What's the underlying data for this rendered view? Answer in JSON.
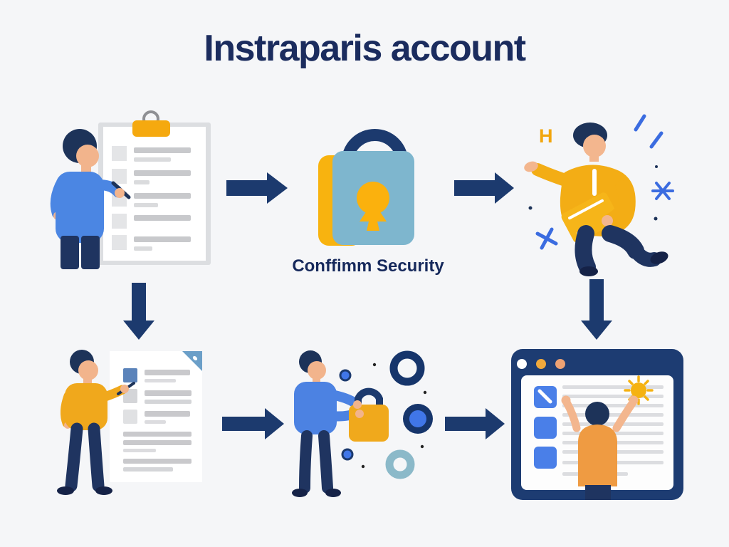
{
  "title": "Instraparis account",
  "labels": {
    "security": "Conffimm Security",
    "decor_letter_h": "H"
  },
  "flow_steps": [
    {
      "id": "fill-checklist",
      "icon": "clipboard-checklist-icon"
    },
    {
      "id": "confirm-security",
      "icon": "padlock-icon",
      "label": "Conffimm Security"
    },
    {
      "id": "celebrate-signup",
      "icon": "jumping-person-icon"
    },
    {
      "id": "review-document",
      "icon": "document-icon"
    },
    {
      "id": "secure-account",
      "icon": "person-holding-lock-icon"
    },
    {
      "id": "account-ready",
      "icon": "browser-window-icon"
    }
  ],
  "connector_icons": [
    "arrow-right-icon",
    "arrow-down-icon"
  ],
  "colors": {
    "background": "#f5f6f8",
    "title_navy": "#1b2c5e",
    "arrow_navy": "#1c3a6e",
    "hair_navy": "#1d3359",
    "pants_navy": "#1f3460",
    "shoe_navy": "#152247",
    "shirt_blue": "#4b86e3",
    "square_blue": "#4a7fe8",
    "decor_blue": "#3b6ce0",
    "yellow": "#f3ad15",
    "clip_yellow": "#f5a90f",
    "lock_light_blue": "#7eb6ce",
    "teal": "#8bb9c9",
    "skin": "#f2b48c",
    "orange_shirt": "#ef9b42",
    "gray_line": "#d9dadc",
    "white": "#ffffff"
  }
}
